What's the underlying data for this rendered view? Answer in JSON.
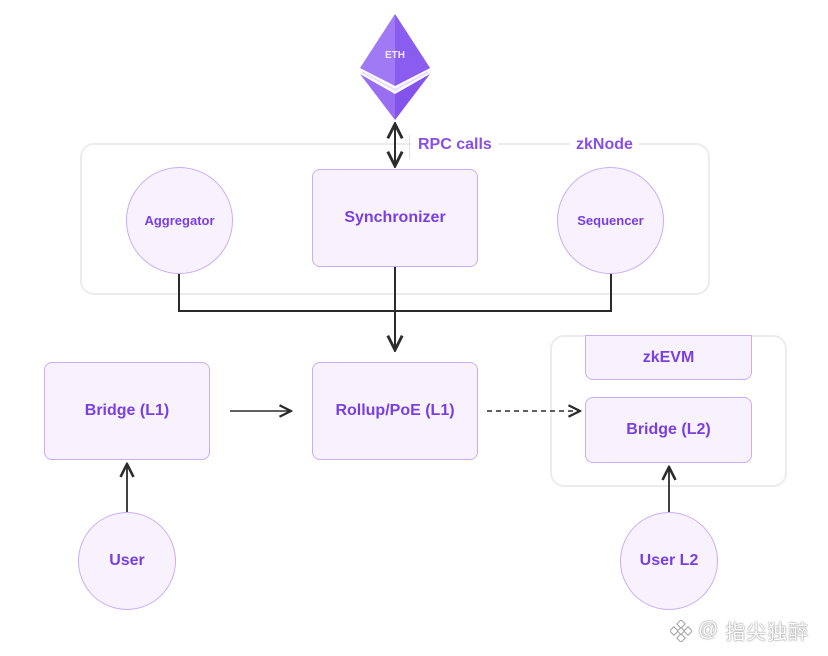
{
  "eth": {
    "label": "ETH",
    "color": "#8c5cf0"
  },
  "zknode": {
    "title": "zkNode",
    "rpc_label": "RPC calls",
    "aggregator": "Aggregator",
    "synchronizer": "Synchronizer",
    "sequencer": "Sequencer"
  },
  "l1": {
    "bridge": "Bridge (L1)",
    "rollup": "Rollup/PoE (L1)",
    "user": "User"
  },
  "l2": {
    "zkevm": "zkEVM",
    "bridge": "Bridge (L2)",
    "user": "User L2"
  },
  "watermark": {
    "at": "@",
    "text": "指尖独醉"
  },
  "colors": {
    "accent_text": "#7a3fe0",
    "node_fill": "#f7f2fe",
    "node_border": "#c9aef5",
    "container_border": "#ececef",
    "connector": "#2b2b2b"
  }
}
